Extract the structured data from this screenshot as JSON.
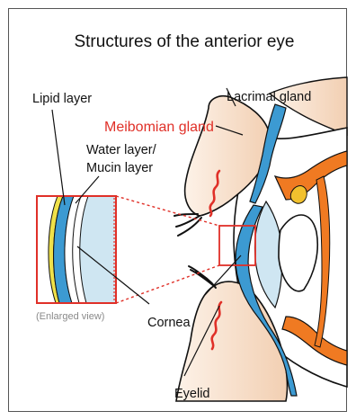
{
  "title": "Structures of the anterior eye",
  "labels": {
    "lipid_layer": "Lipid layer",
    "water_layer_line1": "Water layer/",
    "water_layer_line2": "Mucin layer",
    "lacrimal_gland": "Lacrimal gland",
    "meibomian_gland": "Meibomian gland",
    "enlarged_view": "(Enlarged view)",
    "cornea": "Cornea",
    "eyelid": "Eyelid"
  },
  "colors": {
    "skin": "#f6dcc4",
    "lacrimal_blue": "#3c9ad2",
    "cornea_blue": "#cfe6f2",
    "iris_orange": "#f07a22",
    "lens_yellow": "#f2c12e",
    "highlight_red": "#e03028",
    "lipid_yellow": "#efe14a",
    "outline": "#111111"
  }
}
